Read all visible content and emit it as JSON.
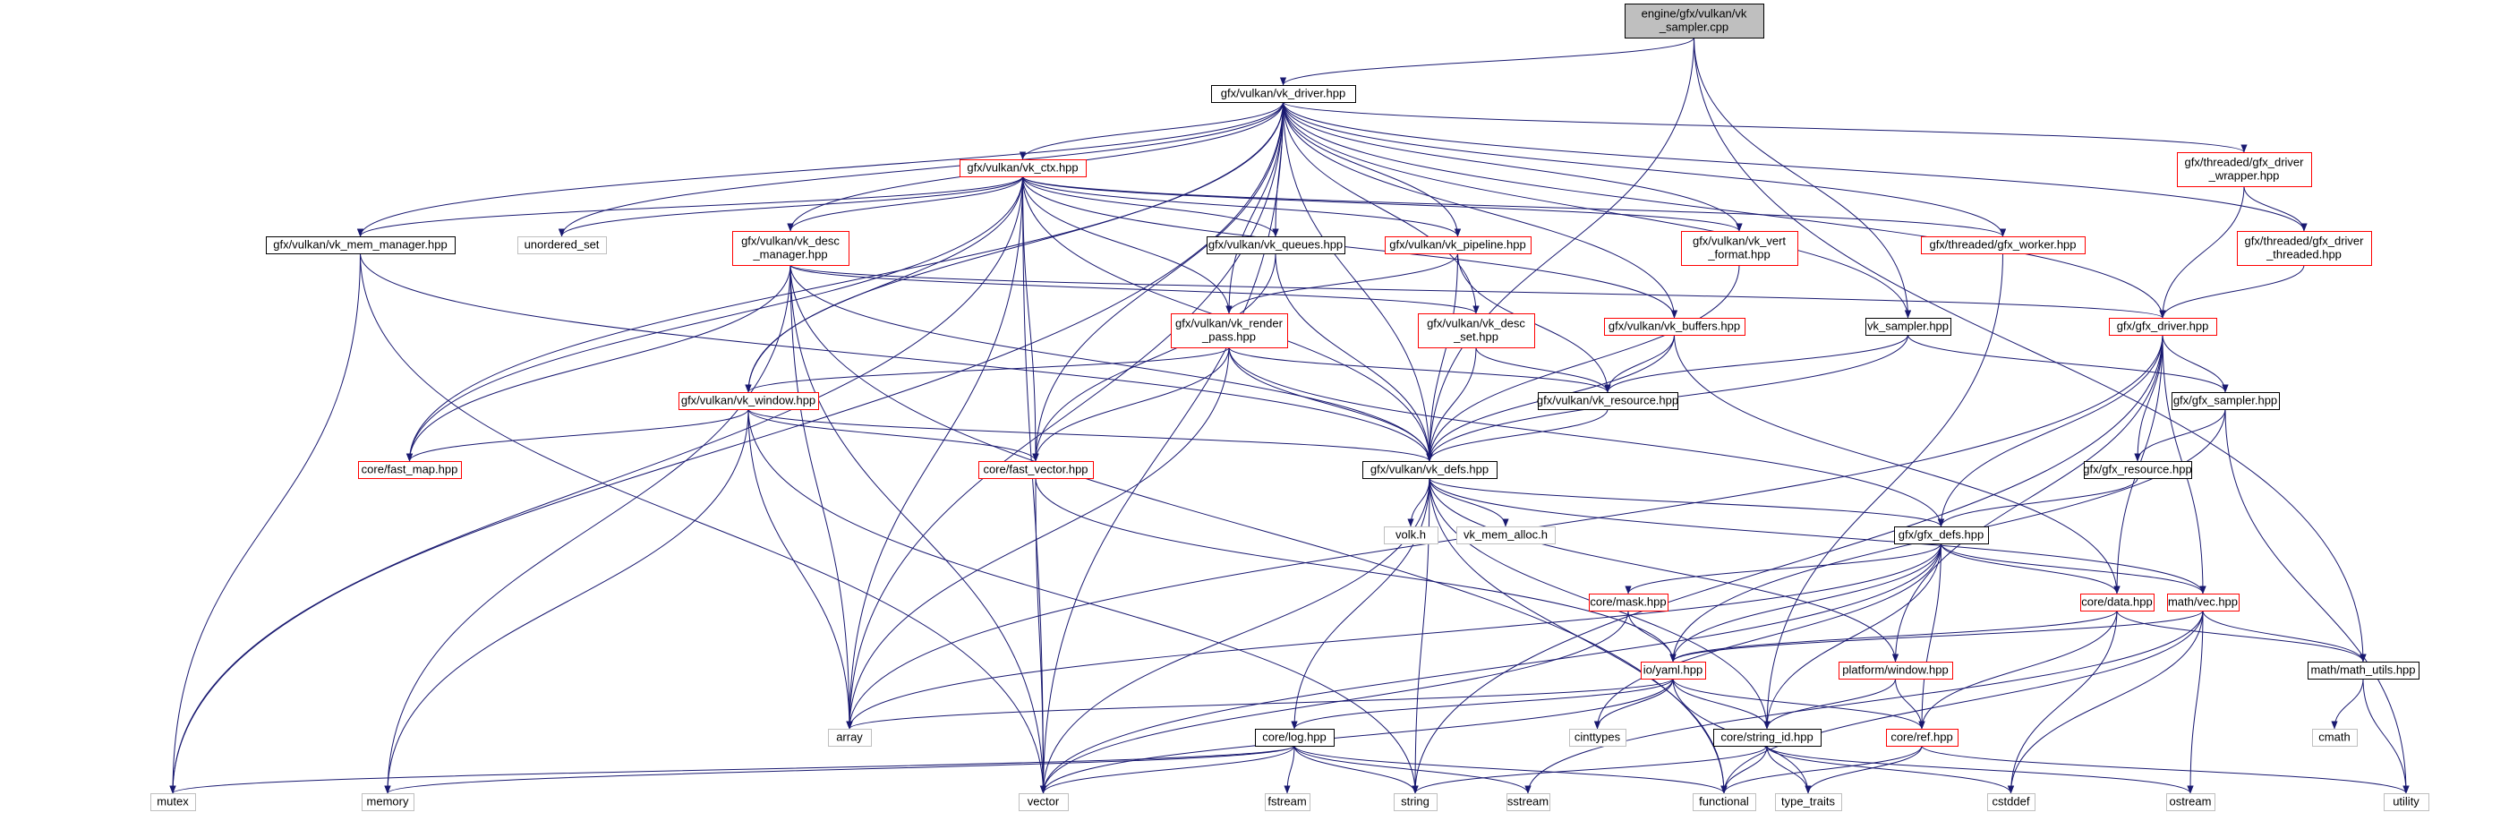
{
  "colors": {
    "edge": "#191970",
    "border_normal": "#000000",
    "border_truncated": "#ff0000",
    "border_external": "#bfbfbf",
    "fill_root": "#bfbfbf",
    "fill_node": "#ffffff",
    "text": "#000000",
    "text_external": "#000000"
  },
  "nodes": [
    {
      "id": "root",
      "lines": [
        "engine/gfx/vulkan/vk",
        "_sampler.cpp"
      ],
      "kind": "root"
    },
    {
      "id": "vk_driver",
      "lines": [
        "gfx/vulkan/vk_driver.hpp"
      ],
      "kind": "normal"
    },
    {
      "id": "vk_ctx",
      "lines": [
        "gfx/vulkan/vk_ctx.hpp"
      ],
      "kind": "truncated"
    },
    {
      "id": "gfx_driver_wrapper",
      "lines": [
        "gfx/threaded/gfx_driver",
        "_wrapper.hpp"
      ],
      "kind": "truncated"
    },
    {
      "id": "gfx_driver_threaded",
      "lines": [
        "gfx/threaded/gfx_driver",
        "_threaded.hpp"
      ],
      "kind": "truncated"
    },
    {
      "id": "vk_mem_manager",
      "lines": [
        "gfx/vulkan/vk_mem_manager.hpp"
      ],
      "kind": "normal"
    },
    {
      "id": "unordered_set",
      "lines": [
        "unordered_set"
      ],
      "kind": "external"
    },
    {
      "id": "vk_desc_manager",
      "lines": [
        "gfx/vulkan/vk_desc",
        "_manager.hpp"
      ],
      "kind": "truncated"
    },
    {
      "id": "vk_queues",
      "lines": [
        "gfx/vulkan/vk_queues.hpp"
      ],
      "kind": "normal"
    },
    {
      "id": "vk_pipeline",
      "lines": [
        "gfx/vulkan/vk_pipeline.hpp"
      ],
      "kind": "truncated"
    },
    {
      "id": "vk_vert_format",
      "lines": [
        "gfx/vulkan/vk_vert",
        "_format.hpp"
      ],
      "kind": "truncated"
    },
    {
      "id": "gfx_worker",
      "lines": [
        "gfx/threaded/gfx_worker.hpp"
      ],
      "kind": "truncated"
    },
    {
      "id": "vk_render_pass",
      "lines": [
        "gfx/vulkan/vk_render",
        "_pass.hpp"
      ],
      "kind": "truncated"
    },
    {
      "id": "vk_desc_set",
      "lines": [
        "gfx/vulkan/vk_desc",
        "_set.hpp"
      ],
      "kind": "truncated"
    },
    {
      "id": "vk_buffers",
      "lines": [
        "gfx/vulkan/vk_buffers.hpp"
      ],
      "kind": "truncated"
    },
    {
      "id": "vk_sampler",
      "lines": [
        "vk_sampler.hpp"
      ],
      "kind": "normal"
    },
    {
      "id": "gfx_driver",
      "lines": [
        "gfx/gfx_driver.hpp"
      ],
      "kind": "truncated"
    },
    {
      "id": "vk_window",
      "lines": [
        "gfx/vulkan/vk_window.hpp"
      ],
      "kind": "truncated"
    },
    {
      "id": "vk_resource",
      "lines": [
        "gfx/vulkan/vk_resource.hpp"
      ],
      "kind": "normal"
    },
    {
      "id": "gfx_sampler",
      "lines": [
        "gfx/gfx_sampler.hpp"
      ],
      "kind": "normal"
    },
    {
      "id": "fast_map",
      "lines": [
        "core/fast_map.hpp"
      ],
      "kind": "truncated"
    },
    {
      "id": "fast_vector",
      "lines": [
        "core/fast_vector.hpp"
      ],
      "kind": "truncated"
    },
    {
      "id": "vk_defs",
      "lines": [
        "gfx/vulkan/vk_defs.hpp"
      ],
      "kind": "normal"
    },
    {
      "id": "gfx_resource",
      "lines": [
        "gfx/gfx_resource.hpp"
      ],
      "kind": "normal"
    },
    {
      "id": "volk",
      "lines": [
        "volk.h"
      ],
      "kind": "external"
    },
    {
      "id": "vk_mem_alloc",
      "lines": [
        "vk_mem_alloc.h"
      ],
      "kind": "external"
    },
    {
      "id": "gfx_defs",
      "lines": [
        "gfx/gfx_defs.hpp"
      ],
      "kind": "normal"
    },
    {
      "id": "mask",
      "lines": [
        "core/mask.hpp"
      ],
      "kind": "truncated"
    },
    {
      "id": "data",
      "lines": [
        "core/data.hpp"
      ],
      "kind": "truncated"
    },
    {
      "id": "vec",
      "lines": [
        "math/vec.hpp"
      ],
      "kind": "truncated"
    },
    {
      "id": "yaml",
      "lines": [
        "io/yaml.hpp"
      ],
      "kind": "truncated"
    },
    {
      "id": "platform_window",
      "lines": [
        "platform/window.hpp"
      ],
      "kind": "truncated"
    },
    {
      "id": "math_utils",
      "lines": [
        "math/math_utils.hpp"
      ],
      "kind": "normal"
    },
    {
      "id": "array",
      "lines": [
        "array"
      ],
      "kind": "external"
    },
    {
      "id": "log",
      "lines": [
        "core/log.hpp"
      ],
      "kind": "normal"
    },
    {
      "id": "cinttypes",
      "lines": [
        "cinttypes"
      ],
      "kind": "external"
    },
    {
      "id": "string_id",
      "lines": [
        "core/string_id.hpp"
      ],
      "kind": "normal"
    },
    {
      "id": "ref",
      "lines": [
        "core/ref.hpp"
      ],
      "kind": "truncated"
    },
    {
      "id": "cmath",
      "lines": [
        "cmath"
      ],
      "kind": "external"
    },
    {
      "id": "mutex",
      "lines": [
        "mutex"
      ],
      "kind": "external"
    },
    {
      "id": "memory",
      "lines": [
        "memory"
      ],
      "kind": "external"
    },
    {
      "id": "vector",
      "lines": [
        "vector"
      ],
      "kind": "external"
    },
    {
      "id": "fstream",
      "lines": [
        "fstream"
      ],
      "kind": "external"
    },
    {
      "id": "string",
      "lines": [
        "string"
      ],
      "kind": "external"
    },
    {
      "id": "sstream",
      "lines": [
        "sstream"
      ],
      "kind": "external"
    },
    {
      "id": "functional",
      "lines": [
        "functional"
      ],
      "kind": "external"
    },
    {
      "id": "type_traits",
      "lines": [
        "type_traits"
      ],
      "kind": "external"
    },
    {
      "id": "cstddef",
      "lines": [
        "cstddef"
      ],
      "kind": "external"
    },
    {
      "id": "ostream",
      "lines": [
        "ostream"
      ],
      "kind": "external"
    },
    {
      "id": "utility",
      "lines": [
        "utility"
      ],
      "kind": "external"
    }
  ],
  "edges": [
    [
      "root",
      "vk_driver"
    ],
    [
      "root",
      "vk_sampler"
    ],
    [
      "root",
      "vk_defs"
    ],
    [
      "root",
      "math_utils"
    ],
    [
      "vk_driver",
      "vk_ctx"
    ],
    [
      "vk_driver",
      "gfx_driver_wrapper"
    ],
    [
      "vk_driver",
      "gfx_driver_threaded"
    ],
    [
      "vk_driver",
      "vk_mem_manager"
    ],
    [
      "vk_driver",
      "unordered_set"
    ],
    [
      "vk_driver",
      "vk_desc_manager"
    ],
    [
      "vk_driver",
      "vk_queues"
    ],
    [
      "vk_driver",
      "vk_pipeline"
    ],
    [
      "vk_driver",
      "vk_vert_format"
    ],
    [
      "vk_driver",
      "gfx_worker"
    ],
    [
      "vk_driver",
      "vk_render_pass"
    ],
    [
      "vk_driver",
      "vk_desc_set"
    ],
    [
      "vk_driver",
      "vk_buffers"
    ],
    [
      "vk_driver",
      "vk_sampler"
    ],
    [
      "vk_driver",
      "gfx_driver"
    ],
    [
      "vk_driver",
      "vk_window"
    ],
    [
      "vk_driver",
      "fast_map"
    ],
    [
      "vk_driver",
      "fast_vector"
    ],
    [
      "vk_driver",
      "vk_defs"
    ],
    [
      "vk_driver",
      "mutex"
    ],
    [
      "vk_driver",
      "vector"
    ],
    [
      "vk_driver",
      "array"
    ],
    [
      "vk_ctx",
      "vk_mem_manager"
    ],
    [
      "vk_ctx",
      "unordered_set"
    ],
    [
      "vk_ctx",
      "vk_desc_manager"
    ],
    [
      "vk_ctx",
      "vk_queues"
    ],
    [
      "vk_ctx",
      "vk_pipeline"
    ],
    [
      "vk_ctx",
      "vk_vert_format"
    ],
    [
      "vk_ctx",
      "gfx_worker"
    ],
    [
      "vk_ctx",
      "vk_render_pass"
    ],
    [
      "vk_ctx",
      "vk_buffers"
    ],
    [
      "vk_ctx",
      "vk_window"
    ],
    [
      "vk_ctx",
      "fast_map"
    ],
    [
      "vk_ctx",
      "fast_vector"
    ],
    [
      "vk_ctx",
      "vk_defs"
    ],
    [
      "vk_ctx",
      "mutex"
    ],
    [
      "vk_ctx",
      "vector"
    ],
    [
      "vk_ctx",
      "array"
    ],
    [
      "gfx_driver_wrapper",
      "gfx_driver_threaded"
    ],
    [
      "gfx_driver_wrapper",
      "gfx_driver"
    ],
    [
      "gfx_driver_threaded",
      "gfx_driver"
    ],
    [
      "vk_mem_manager",
      "vk_defs"
    ],
    [
      "vk_mem_manager",
      "mutex"
    ],
    [
      "vk_mem_manager",
      "vector"
    ],
    [
      "vk_desc_manager",
      "vk_desc_set"
    ],
    [
      "vk_desc_manager",
      "gfx_driver"
    ],
    [
      "vk_desc_manager",
      "fast_map"
    ],
    [
      "vk_desc_manager",
      "vk_defs"
    ],
    [
      "vk_desc_manager",
      "memory"
    ],
    [
      "vk_desc_manager",
      "vector"
    ],
    [
      "vk_desc_manager",
      "array"
    ],
    [
      "vk_desc_manager",
      "functional"
    ],
    [
      "vk_queues",
      "fast_vector"
    ],
    [
      "vk_queues",
      "vk_defs"
    ],
    [
      "vk_pipeline",
      "vk_render_pass"
    ],
    [
      "vk_pipeline",
      "vk_resource"
    ],
    [
      "vk_pipeline",
      "vk_defs"
    ],
    [
      "vk_vert_format",
      "vk_defs"
    ],
    [
      "gfx_worker",
      "string_id"
    ],
    [
      "vk_render_pass",
      "vk_window"
    ],
    [
      "vk_render_pass",
      "vk_resource"
    ],
    [
      "vk_render_pass",
      "fast_vector"
    ],
    [
      "vk_render_pass",
      "vk_defs"
    ],
    [
      "vk_render_pass",
      "gfx_defs"
    ],
    [
      "vk_render_pass",
      "array"
    ],
    [
      "vk_desc_set",
      "vk_resource"
    ],
    [
      "vk_desc_set",
      "vk_defs"
    ],
    [
      "vk_buffers",
      "vk_resource"
    ],
    [
      "vk_buffers",
      "vk_defs"
    ],
    [
      "vk_buffers",
      "data"
    ],
    [
      "vk_sampler",
      "vk_resource"
    ],
    [
      "vk_sampler",
      "gfx_sampler"
    ],
    [
      "vk_sampler",
      "vk_defs"
    ],
    [
      "gfx_driver",
      "gfx_sampler"
    ],
    [
      "gfx_driver",
      "gfx_resource"
    ],
    [
      "gfx_driver",
      "gfx_defs"
    ],
    [
      "gfx_driver",
      "data"
    ],
    [
      "gfx_driver",
      "vec"
    ],
    [
      "gfx_driver",
      "platform_window"
    ],
    [
      "gfx_driver",
      "array"
    ],
    [
      "gfx_driver",
      "string"
    ],
    [
      "vk_window",
      "fast_map"
    ],
    [
      "vk_window",
      "fast_vector"
    ],
    [
      "vk_window",
      "vk_defs"
    ],
    [
      "vk_window",
      "memory"
    ],
    [
      "vk_window",
      "array"
    ],
    [
      "vk_window",
      "string"
    ],
    [
      "vk_resource",
      "vk_defs"
    ],
    [
      "gfx_sampler",
      "gfx_resource"
    ],
    [
      "gfx_sampler",
      "yaml"
    ],
    [
      "gfx_sampler",
      "utility"
    ],
    [
      "fast_vector",
      "yaml"
    ],
    [
      "fast_vector",
      "vector"
    ],
    [
      "vk_defs",
      "volk"
    ],
    [
      "vk_defs",
      "vk_mem_alloc"
    ],
    [
      "vk_defs",
      "gfx_defs"
    ],
    [
      "vk_defs",
      "vec"
    ],
    [
      "vk_defs",
      "platform_window"
    ],
    [
      "vk_defs",
      "log"
    ],
    [
      "vk_defs",
      "string_id"
    ],
    [
      "vk_defs",
      "vector"
    ],
    [
      "vk_defs",
      "string"
    ],
    [
      "vk_defs",
      "functional"
    ],
    [
      "gfx_resource",
      "gfx_defs"
    ],
    [
      "gfx_defs",
      "mask"
    ],
    [
      "gfx_defs",
      "data"
    ],
    [
      "gfx_defs",
      "vec"
    ],
    [
      "gfx_defs",
      "yaml"
    ],
    [
      "gfx_defs",
      "string_id"
    ],
    [
      "gfx_defs",
      "ref"
    ],
    [
      "gfx_defs",
      "cinttypes"
    ],
    [
      "gfx_defs",
      "array"
    ],
    [
      "gfx_defs",
      "vector"
    ],
    [
      "mask",
      "yaml"
    ],
    [
      "mask",
      "vector"
    ],
    [
      "data",
      "yaml"
    ],
    [
      "data",
      "ref"
    ],
    [
      "data",
      "math_utils"
    ],
    [
      "data",
      "cstddef"
    ],
    [
      "vec",
      "math_utils"
    ],
    [
      "vec",
      "yaml"
    ],
    [
      "vec",
      "cstddef"
    ],
    [
      "vec",
      "functional"
    ],
    [
      "vec",
      "sstream"
    ],
    [
      "vec",
      "ostream"
    ],
    [
      "yaml",
      "log"
    ],
    [
      "yaml",
      "string_id"
    ],
    [
      "yaml",
      "ref"
    ],
    [
      "yaml",
      "cinttypes"
    ],
    [
      "yaml",
      "array"
    ],
    [
      "yaml",
      "vector"
    ],
    [
      "yaml",
      "type_traits"
    ],
    [
      "platform_window",
      "string_id"
    ],
    [
      "platform_window",
      "ref"
    ],
    [
      "math_utils",
      "cmath"
    ],
    [
      "math_utils",
      "utility"
    ],
    [
      "log",
      "mutex"
    ],
    [
      "log",
      "memory"
    ],
    [
      "log",
      "vector"
    ],
    [
      "log",
      "fstream"
    ],
    [
      "log",
      "string"
    ],
    [
      "log",
      "sstream"
    ],
    [
      "log",
      "functional"
    ],
    [
      "string_id",
      "string"
    ],
    [
      "string_id",
      "functional"
    ],
    [
      "string_id",
      "type_traits"
    ],
    [
      "string_id",
      "cstddef"
    ],
    [
      "string_id",
      "ostream"
    ],
    [
      "ref",
      "functional"
    ],
    [
      "ref",
      "type_traits"
    ],
    [
      "ref",
      "utility"
    ]
  ]
}
